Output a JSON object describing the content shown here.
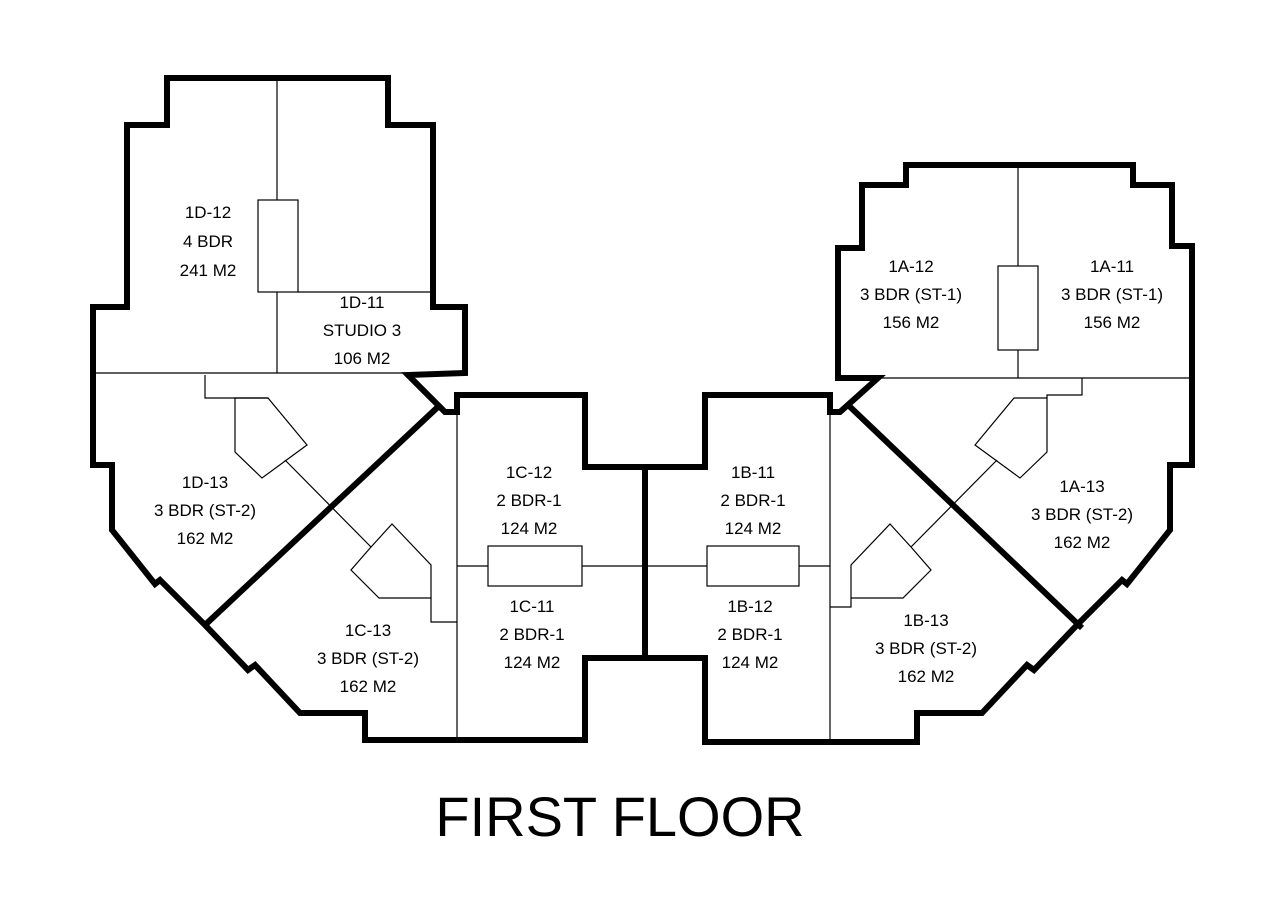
{
  "title": "FIRST FLOOR",
  "units": [
    {
      "id": "1D-12",
      "type": "4 BDR",
      "area": "241 M2"
    },
    {
      "id": "1D-11",
      "type": "STUDIO 3",
      "area": "106 M2"
    },
    {
      "id": "1D-13",
      "type": "3 BDR (ST-2)",
      "area": "162 M2"
    },
    {
      "id": "1C-13",
      "type": "3 BDR (ST-2)",
      "area": "162 M2"
    },
    {
      "id": "1C-12",
      "type": "2 BDR-1",
      "area": "124 M2"
    },
    {
      "id": "1C-11",
      "type": "2 BDR-1",
      "area": "124 M2"
    },
    {
      "id": "1B-11",
      "type": "2 BDR-1",
      "area": "124 M2"
    },
    {
      "id": "1B-12",
      "type": "2 BDR-1",
      "area": "124 M2"
    },
    {
      "id": "1B-13",
      "type": "3 BDR (ST-2)",
      "area": "162 M2"
    },
    {
      "id": "1A-13",
      "type": "3 BDR (ST-2)",
      "area": "162 M2"
    },
    {
      "id": "1A-12",
      "type": "3 BDR (ST-1)",
      "area": "156 M2"
    },
    {
      "id": "1A-11",
      "type": "3 BDR (ST-1)",
      "area": "156 M2"
    }
  ]
}
